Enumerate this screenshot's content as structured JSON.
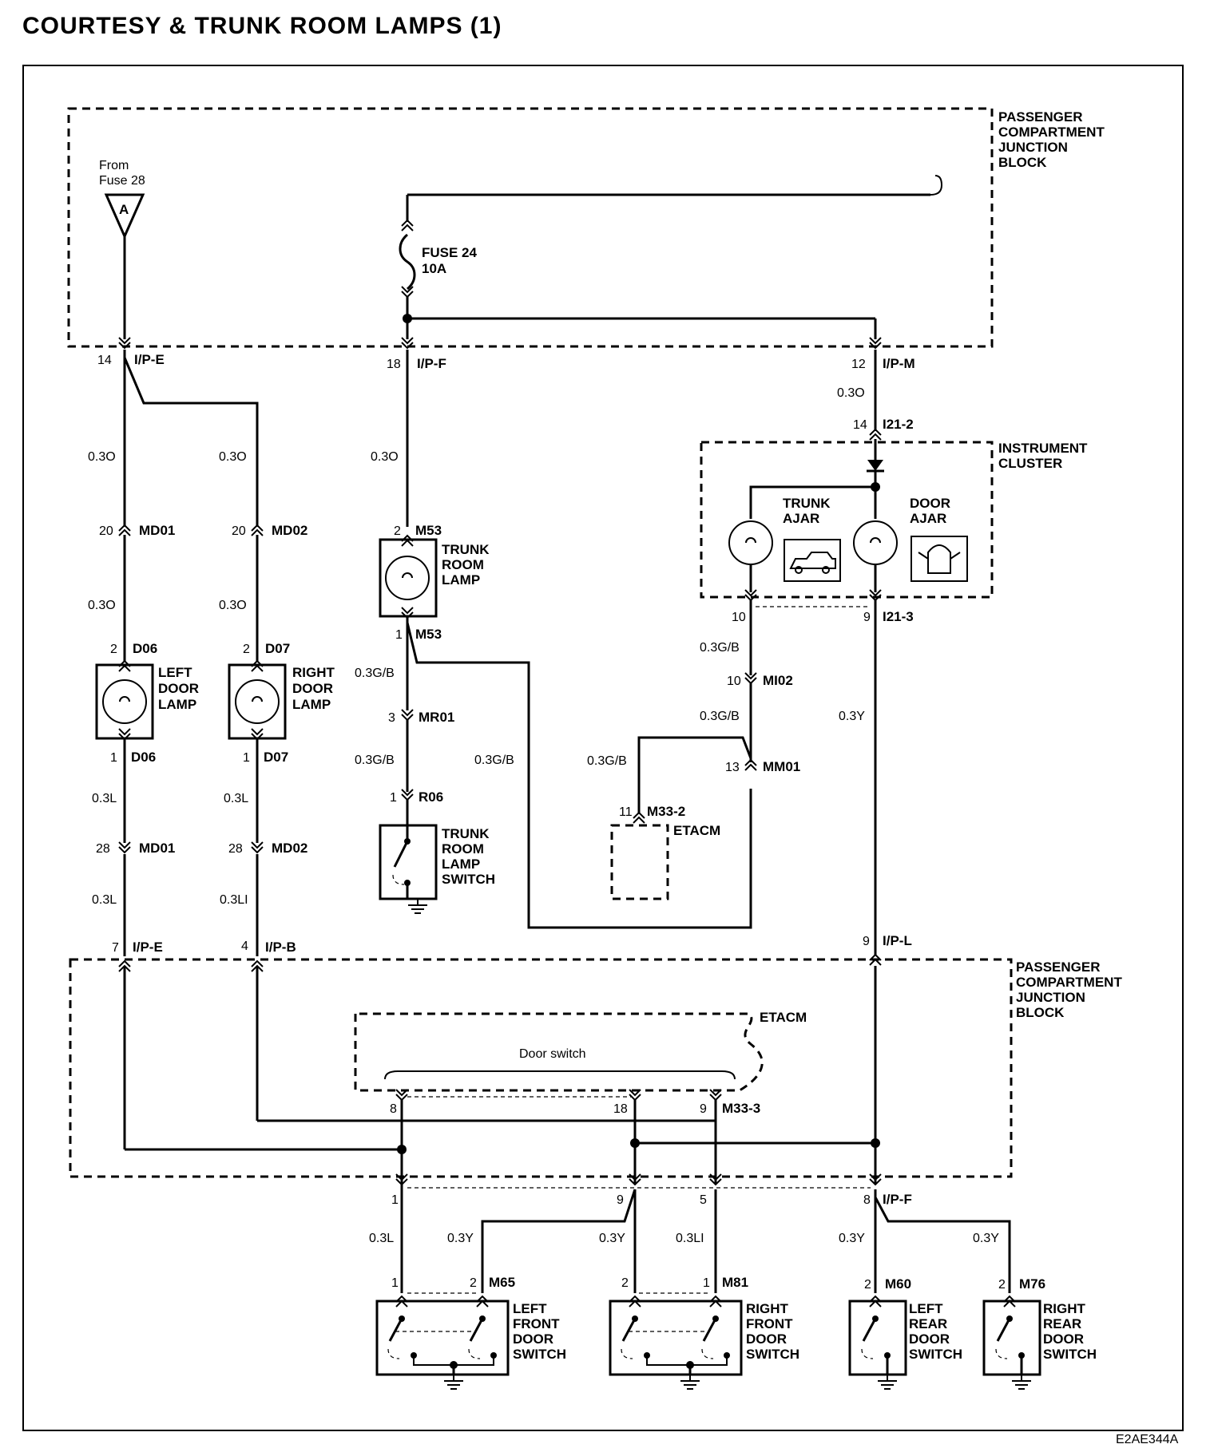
{
  "title": "COURTESY & TRUNK ROOM LAMPS (1)",
  "code": "E2AE344A",
  "junction_top": [
    "PASSENGER",
    "COMPARTMENT",
    "JUNCTION",
    "BLOCK"
  ],
  "junction_bottom": [
    "PASSENGER",
    "COMPARTMENT",
    "JUNCTION",
    "BLOCK"
  ],
  "instrument_cluster": [
    "INSTRUMENT",
    "CLUSTER"
  ],
  "from_fuse": [
    "From",
    "Fuse 28"
  ],
  "triangle_letter": "A",
  "fuse": [
    "FUSE 24",
    "10A"
  ],
  "trunk_ajar": [
    "TRUNK",
    "AJAR"
  ],
  "door_ajar": [
    "DOOR",
    "AJAR"
  ],
  "trunk_room_lamp": [
    "TRUNK",
    "ROOM",
    "LAMP"
  ],
  "left_door_lamp": [
    "LEFT",
    "DOOR",
    "LAMP"
  ],
  "right_door_lamp": [
    "RIGHT",
    "DOOR",
    "LAMP"
  ],
  "trunk_lamp_switch": [
    "TRUNK",
    "ROOM",
    "LAMP",
    "SWITCH"
  ],
  "etacm": "ETACM",
  "etacm2": "ETACM",
  "door_switch": "Door switch",
  "lf_switch": [
    "LEFT",
    "FRONT",
    "DOOR",
    "SWITCH"
  ],
  "rf_switch": [
    "RIGHT",
    "FRONT",
    "DOOR",
    "SWITCH"
  ],
  "lr_switch": [
    "LEFT",
    "REAR",
    "DOOR",
    "SWITCH"
  ],
  "rr_switch": [
    "RIGHT",
    "REAR",
    "DOOR",
    "SWITCH"
  ],
  "connectors": {
    "ipe_top": "I/P-E",
    "ipf_top": "I/P-F",
    "ipm": "I/P-M",
    "i212": "I21-2",
    "i213": "I21-3",
    "md01a": "MD01",
    "md02a": "MD02",
    "md01b": "MD01",
    "md02b": "MD02",
    "d06a": "D06",
    "d06b": "D06",
    "d07a": "D07",
    "d07b": "D07",
    "m53a": "M53",
    "m53b": "M53",
    "mr01": "MR01",
    "r06": "R06",
    "mi02": "MI02",
    "mm01": "MM01",
    "m332": "M33-2",
    "m333": "M33-3",
    "ipe_bot": "I/P-E",
    "ipb": "I/P-B",
    "ipl": "I/P-L",
    "ipf_bot": "I/P-F",
    "m65": "M65",
    "m81": "M81",
    "m60": "M60",
    "m76": "M76"
  },
  "pins": {
    "p14a": "14",
    "p18": "18",
    "p12": "12",
    "p14b": "14",
    "p20a": "20",
    "p20b": "20",
    "p2d06": "2",
    "p2d07": "2",
    "p1d06": "1",
    "p1d07": "1",
    "p28a": "28",
    "p28b": "28",
    "p2m53": "2",
    "p1m53": "1",
    "p3mr01": "3",
    "p1r06": "1",
    "p10a": "10",
    "p9a": "9",
    "p10b": "10",
    "p13": "13",
    "p11": "11",
    "p7": "7",
    "p4": "4",
    "p9ipl": "9",
    "p8etacm": "8",
    "p18etacm": "18",
    "p9etacm": "9",
    "p1bot": "1",
    "p9bot": "9",
    "p5bot": "5",
    "p8bot": "8",
    "m65_1": "1",
    "m65_2": "2",
    "m81_2": "2",
    "m81_1": "1",
    "m60_2": "2",
    "m76_2": "2"
  },
  "wires": {
    "w_ipm": "0.3O",
    "w_md01": "0.3O",
    "w_md02": "0.3O",
    "w_m53": "0.3O",
    "w_d06": "0.3O",
    "w_d07": "0.3O",
    "w_mr01a": "0.3G/B",
    "w_mr01b": "0.3G/B",
    "w_m53loop": "0.3G/B",
    "w_mi02a": "0.3G/B",
    "w_mi02b": "0.3G/B",
    "w_etacm": "0.3G/B",
    "w_i213": "0.3Y",
    "w_d06b": "0.3L",
    "w_d07b": "0.3L",
    "w_md01b": "0.3L",
    "w_md02b": "0.3LI",
    "w_b1": "0.3L",
    "w_b2": "0.3Y",
    "w_b3": "0.3Y",
    "w_b4": "0.3LI",
    "w_b5": "0.3Y",
    "w_b6": "0.3Y"
  }
}
